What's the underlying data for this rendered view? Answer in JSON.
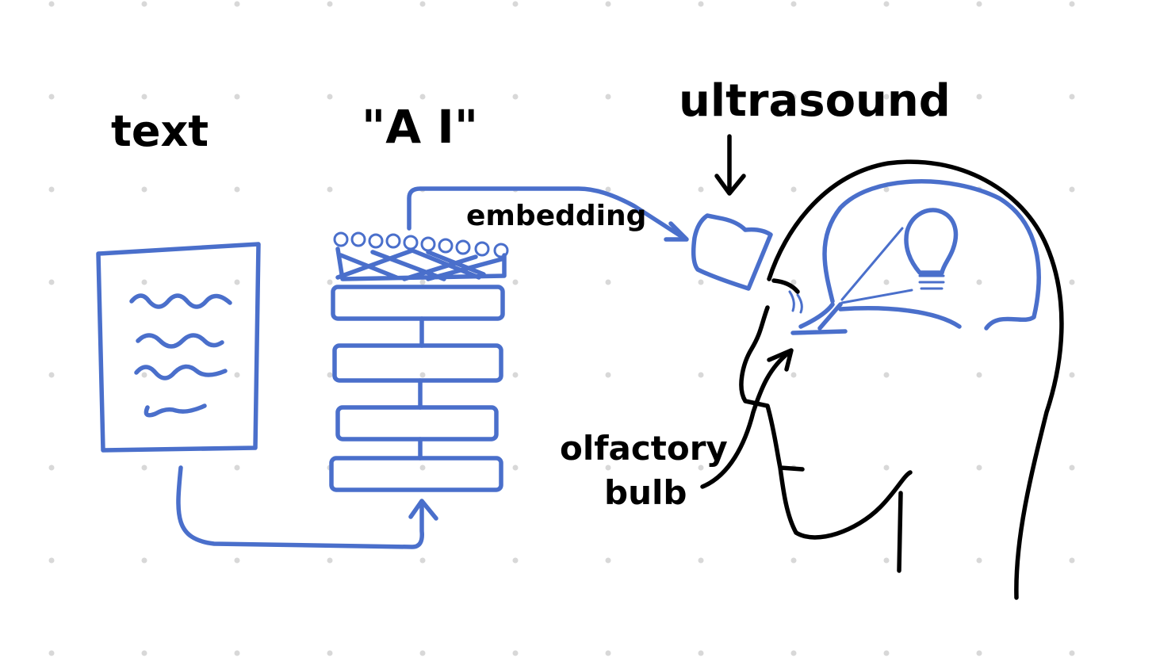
{
  "labels": {
    "text": "text",
    "ai": "\"A I\"",
    "ultrasound": "ultrasound",
    "embedding": "embedding",
    "olfactory": "olfactory",
    "bulb": "bulb"
  },
  "colors": {
    "background": "#ffffff",
    "grid_dot": "#d8d8d8",
    "blue_ink": "#4a6fcb",
    "black_ink": "#000000"
  }
}
